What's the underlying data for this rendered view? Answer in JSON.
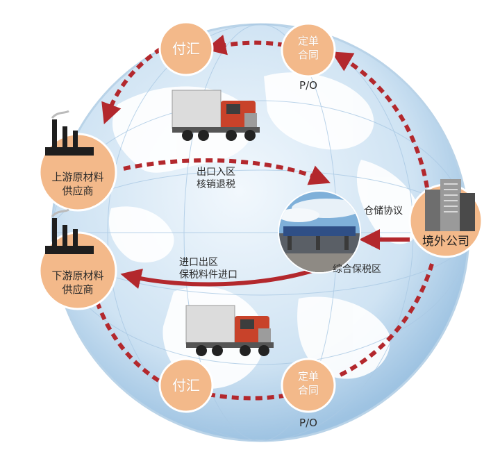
{
  "nodes": {
    "pay_top": "付汇",
    "order_top": [
      "定单",
      "合同"
    ],
    "po_top": "P/O",
    "upstream": [
      "上游原材料",
      "供应商"
    ],
    "downstream": [
      "下游原材料",
      "供应商"
    ],
    "foreign_company": "境外公司",
    "pay_bottom": "付汇",
    "order_bottom": [
      "定单",
      "合同"
    ],
    "po_bottom": "P/O"
  },
  "flows": {
    "export_in": [
      "出口入区",
      "核销退税"
    ],
    "import_out": [
      "进口出区",
      "保税料件进口"
    ],
    "storage": "仓储协议",
    "bonded_zone": "综合保税区"
  },
  "colors": {
    "node_fill": "#f3b98a",
    "node_stroke": "#ffffff",
    "arrow": "#b3282d",
    "globe_ocean": "#cfe3f3",
    "globe_land": "#ffffff"
  }
}
